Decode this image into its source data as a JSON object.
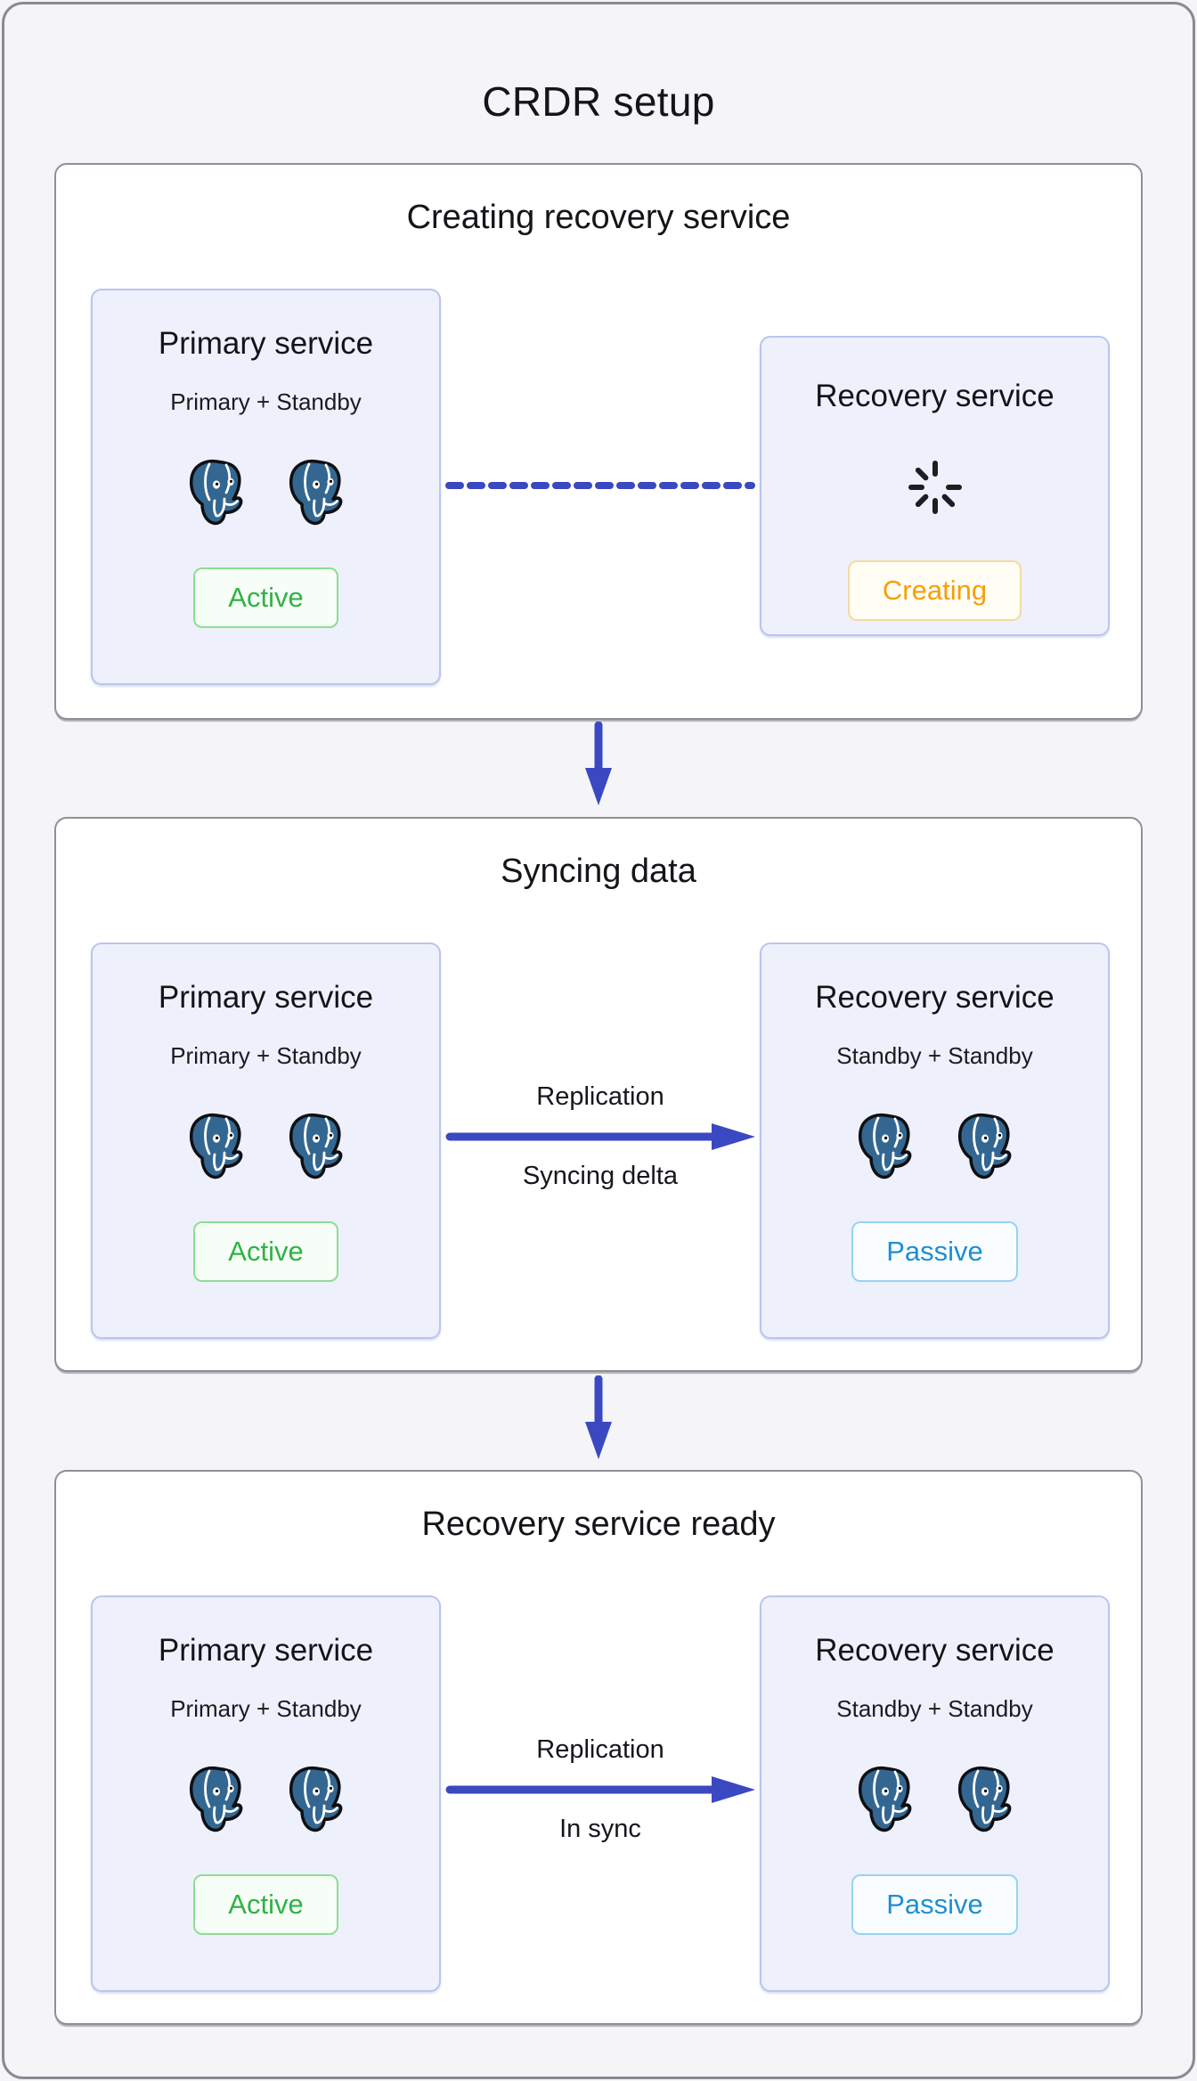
{
  "page": {
    "title": "CRDR setup"
  },
  "colors": {
    "canvas_bg": "#f5f5f7",
    "panel_bg": "#ffffff",
    "panel_border": "#8f8f99",
    "card_bg": "#eef1fb",
    "card_border": "#bac5ef",
    "arrow_blue": "#3a49c1",
    "postgres_blue": "#336791",
    "active_green": "#2fb344",
    "creating_orange": "#f59f0a",
    "passive_blue": "#1f8fd1"
  },
  "icons": {
    "postgres_elephant": "postgres-elephant-icon",
    "spinner": "loading-spinner-icon",
    "flow_arrow": "down-arrow-icon",
    "replication_arrow": "right-arrow-icon"
  },
  "stages": [
    {
      "heading": "Creating recovery service",
      "primary": {
        "title": "Primary service",
        "subtitle": "Primary + Standby",
        "badge": "Active",
        "badge_type": "active",
        "elephant_count": 2
      },
      "recovery": {
        "title": "Recovery service",
        "badge": "Creating",
        "badge_type": "creating",
        "spinner": true
      },
      "connector": {
        "type": "dashed-line"
      }
    },
    {
      "heading": "Syncing data",
      "primary": {
        "title": "Primary service",
        "subtitle": "Primary + Standby",
        "badge": "Active",
        "badge_type": "active",
        "elephant_count": 2
      },
      "recovery": {
        "title": "Recovery service",
        "subtitle": "Standby + Standby",
        "badge": "Passive",
        "badge_type": "passive",
        "elephant_count": 2
      },
      "connector": {
        "type": "arrow",
        "label_top": "Replication",
        "label_bottom": "Syncing delta"
      }
    },
    {
      "heading": "Recovery service ready",
      "primary": {
        "title": "Primary service",
        "subtitle": "Primary + Standby",
        "badge": "Active",
        "badge_type": "active",
        "elephant_count": 2
      },
      "recovery": {
        "title": "Recovery service",
        "subtitle": "Standby + Standby",
        "badge": "Passive",
        "badge_type": "passive",
        "elephant_count": 2
      },
      "connector": {
        "type": "arrow",
        "label_top": "Replication",
        "label_bottom": "In sync"
      }
    }
  ]
}
